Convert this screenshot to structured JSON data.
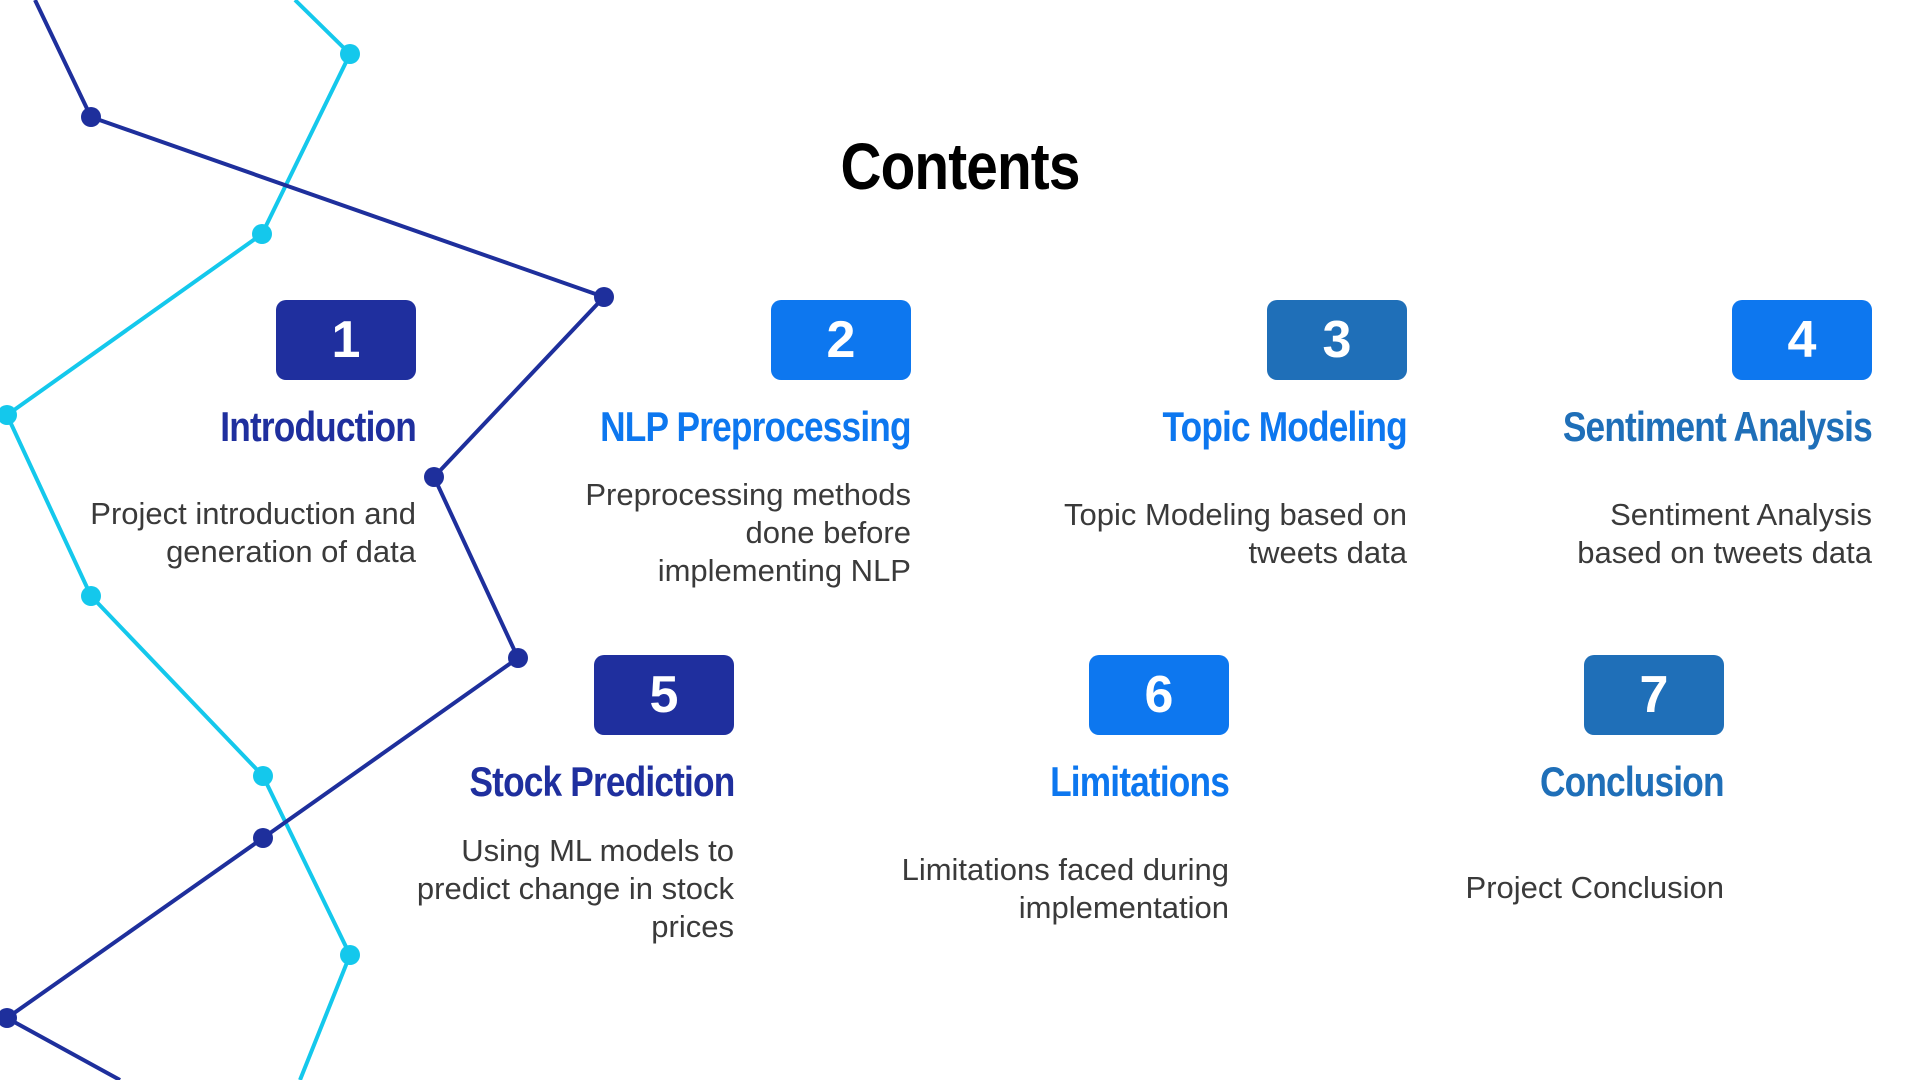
{
  "page": {
    "title": "Contents"
  },
  "colors": {
    "dark_blue": "#1f2f9e",
    "bright_blue": "#0d77ef",
    "steel_blue": "#1f6fb8",
    "cyan": "#14c8ec",
    "line_dark": "#1e2f9c"
  },
  "items": [
    {
      "number": "1",
      "title": "Introduction",
      "description": "Project introduction and\ngeneration of data",
      "color": "#1f2f9e"
    },
    {
      "number": "2",
      "title": "NLP Preprocessing",
      "description": "Preprocessing methods\ndone before\nimplementing NLP",
      "color": "#0d77ef"
    },
    {
      "number": "3",
      "title": "Topic Modeling",
      "description": "Topic Modeling based on\ntweets data",
      "color": "#1f6fb8"
    },
    {
      "number": "4",
      "title": "Sentiment Analysis",
      "description": "Sentiment Analysis\nbased on tweets data",
      "color": "#0d77ef"
    },
    {
      "number": "5",
      "title": "Stock Prediction",
      "description": "Using ML models to\npredict change in stock\nprices",
      "color": "#1f2f9e"
    },
    {
      "number": "6",
      "title": "Limitations",
      "description": "Limitations faced during\nimplementation",
      "color": "#0d77ef"
    },
    {
      "number": "7",
      "title": "Conclusion",
      "description": "Project Conclusion",
      "color": "#1f6fb8"
    }
  ]
}
